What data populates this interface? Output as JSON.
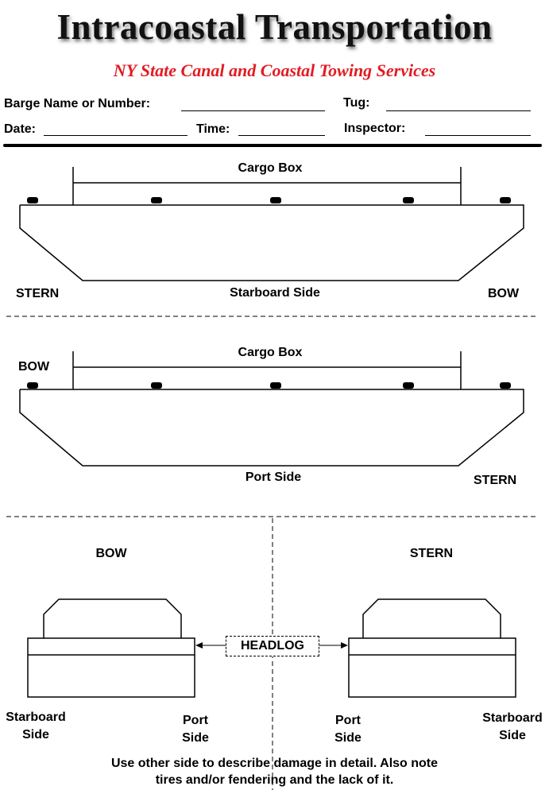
{
  "header": {
    "title": "Intracoastal Transportation",
    "subtitle": "NY State Canal and Coastal Towing Services"
  },
  "form": {
    "barge_label": "Barge Name or Number:",
    "tug_label": "Tug:",
    "date_label": "Date:",
    "time_label": "Time:",
    "inspector_label": "Inspector:"
  },
  "starboard_view": {
    "cargo_box": "Cargo Box",
    "left_label": "STERN",
    "center_label": "Starboard Side",
    "right_label": "BOW"
  },
  "port_view": {
    "cargo_box": "Cargo Box",
    "left_label": "BOW",
    "center_label": "Port Side",
    "right_label": "STERN"
  },
  "end_views": {
    "bow_title": "BOW",
    "stern_title": "STERN",
    "headlog": "HEADLOG",
    "bow_left": "Starboard Side",
    "bow_right": "Port Side",
    "stern_left": "Port Side",
    "stern_right": "Starboard Side"
  },
  "footer": {
    "line1": "Use other side to describe damage in detail.  Also note",
    "line2": "tires and/or fendering and the lack of it."
  }
}
